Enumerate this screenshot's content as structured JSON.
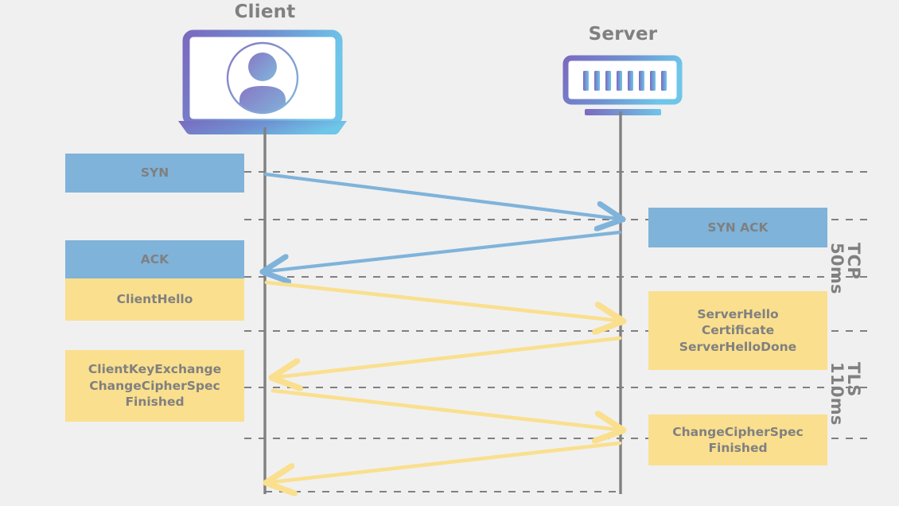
{
  "diagram": {
    "title_client": "Client",
    "title_server": "Server",
    "background_color": "#f0f0f0",
    "tcp_color": "#7fb3da",
    "tls_color": "#fadf8e",
    "text_color": "#808080",
    "lifeline_color": "#808080",
    "icon_gradient_from": "#7c6bc0",
    "icon_gradient_to": "#6ec5e8"
  },
  "client_messages": [
    {
      "id": "syn",
      "label": "SYN",
      "protocol": "TCP"
    },
    {
      "id": "ack",
      "label": "ACK",
      "protocol": "TCP"
    },
    {
      "id": "client-hello",
      "label": "ClientHello",
      "protocol": "TLS"
    },
    {
      "id": "client-key-exchange",
      "lines": [
        "ClientKeyExchange",
        "ChangeCipherSpec",
        "Finished"
      ],
      "protocol": "TLS"
    }
  ],
  "server_messages": [
    {
      "id": "syn-ack",
      "label": "SYN ACK",
      "protocol": "TCP"
    },
    {
      "id": "server-hello",
      "lines": [
        "ServerHello",
        "Certificate",
        "ServerHelloDone"
      ],
      "protocol": "TLS"
    },
    {
      "id": "server-change-cipher",
      "lines": [
        "ChangeCipherSpec",
        "Finished"
      ],
      "protocol": "TLS"
    }
  ],
  "labels": {
    "syn": "SYN",
    "ack": "ACK",
    "client_hello": "ClientHello",
    "cke_line1": "ClientKeyExchange",
    "cke_line2": "ChangeCipherSpec",
    "cke_line3": "Finished",
    "syn_ack": "SYN ACK",
    "sh_line1": "ServerHello",
    "sh_line2": "Certificate",
    "sh_line3": "ServerHelloDone",
    "scc_line1": "ChangeCipherSpec",
    "scc_line2": "Finished"
  },
  "phases": [
    {
      "id": "tcp",
      "name": "TCP",
      "duration": "50ms"
    },
    {
      "id": "tls",
      "name": "TLS",
      "duration": "110ms"
    }
  ],
  "phase_text": {
    "tcp_name": "TCP",
    "tcp_duration": "50ms",
    "tls_name": "TLS",
    "tls_duration": "110ms"
  },
  "arrows": [
    {
      "id": "syn-arrow",
      "from": "client",
      "to": "server",
      "protocol": "TCP"
    },
    {
      "id": "syn-ack-arrow",
      "from": "server",
      "to": "client",
      "protocol": "TCP"
    },
    {
      "id": "client-hello-arrow",
      "from": "client",
      "to": "server",
      "protocol": "TLS"
    },
    {
      "id": "server-hello-arrow",
      "from": "server",
      "to": "client",
      "protocol": "TLS"
    },
    {
      "id": "client-key-exchange-arrow",
      "from": "client",
      "to": "server",
      "protocol": "TLS"
    },
    {
      "id": "server-finished-arrow",
      "from": "server",
      "to": "client",
      "protocol": "TLS"
    }
  ]
}
